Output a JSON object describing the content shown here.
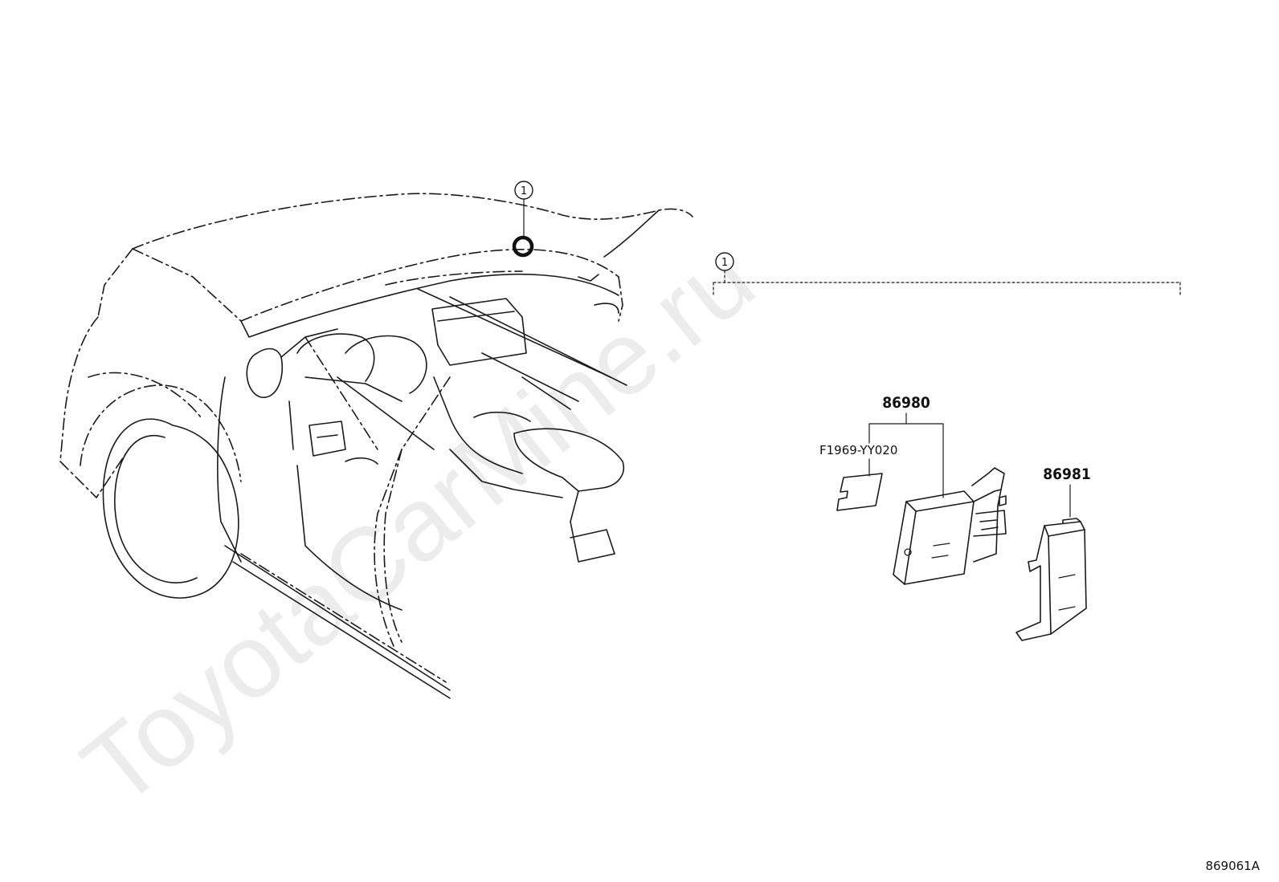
{
  "diagram": {
    "callout_number": "1",
    "parts": [
      {
        "number": "86980"
      },
      {
        "number": "F1969-YY020"
      },
      {
        "number": "86981"
      }
    ],
    "figure_id": "869061A",
    "watermark": "ToyotaCarMine.ru"
  }
}
